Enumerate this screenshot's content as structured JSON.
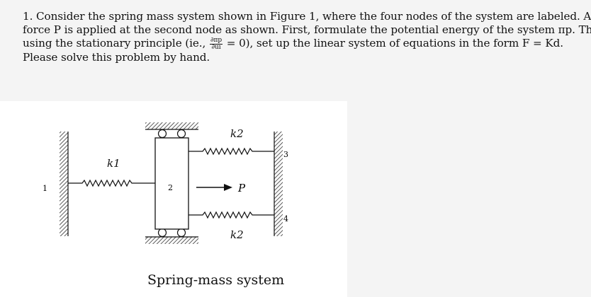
{
  "problem": {
    "line1": "1. Consider the spring mass system shown in Figure 1, where the four nodes of the system are labeled. A",
    "line2": "force P is applied at the second node as shown. First, formulate the potential energy of the system πp. Then,",
    "line3_a": "using the stationary principle (ie.,",
    "line3_num": "∂πp",
    "line3_den": "∂ui",
    "line3_b": "= 0), set up the linear system of equations in the form F = Kd.",
    "line4": "Please solve this problem by hand."
  },
  "figure": {
    "node1": "1",
    "node2": "2",
    "node3": "3",
    "node4": "4",
    "spring_k1": "k1",
    "spring_k2_top": "k2",
    "spring_k2_bottom": "k2",
    "force_label": "P",
    "caption": "Spring-mass system"
  }
}
